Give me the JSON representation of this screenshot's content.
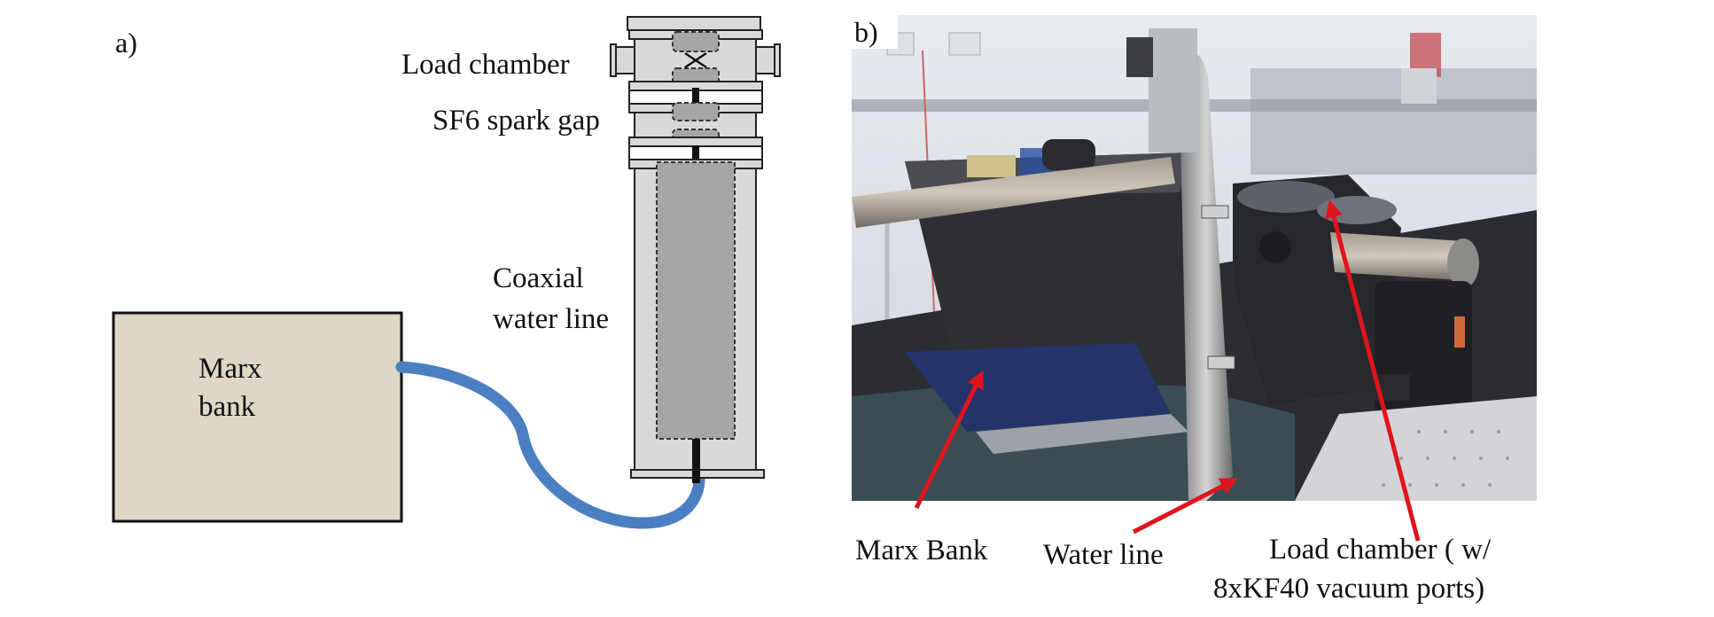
{
  "figure": {
    "panel_a": {
      "label": "a)",
      "labels": {
        "load_chamber": "Load chamber",
        "sf6_spark_gap": "SF6 spark gap",
        "coaxial_line_1": "Coaxial",
        "coaxial_line_2": "water line",
        "marx_line_1": "Marx",
        "marx_line_2": "bank"
      },
      "colors": {
        "marx_fill": "#ddd8c5",
        "cable": "#4a7fc1",
        "housing": "#d9d9d9",
        "inner": "#a6a6a6",
        "outline": "#222222"
      }
    },
    "panel_b": {
      "label": "b)",
      "photo_description": "Photograph of pulsed power setup: Marx bank, water line and load chamber",
      "captions": {
        "marx_bank": "Marx Bank",
        "water_line": "Water line",
        "load_chamber_line_1": "Load chamber ( w/",
        "load_chamber_line_2": "8xKF40 vacuum ports)"
      },
      "colors": {
        "arrow": "#e0141c"
      }
    }
  }
}
